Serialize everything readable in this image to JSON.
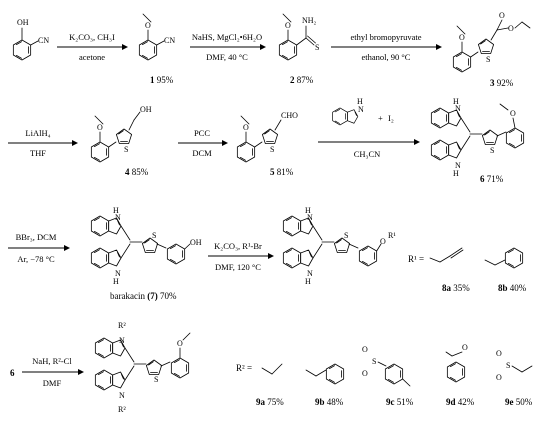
{
  "reactions": {
    "r1": {
      "above": "K₂CO₃, CH₃I",
      "below": "acetone"
    },
    "r2": {
      "above": "NaHS, MgCl₂•6H₂O",
      "below": "DMF, 40 °C"
    },
    "r3": {
      "above": "ethyl bromopyruvate",
      "below": "ethanol, 90 °C"
    },
    "r4": {
      "above": "LiAlH₄",
      "below": "THF"
    },
    "r5": {
      "above": "PCC",
      "below": "DCM"
    },
    "r6": {
      "above": "I₂",
      "below": "CH₃CN"
    },
    "r7": {
      "above": "BBr₃, DCM",
      "below": "Ar, −78 °C"
    },
    "r8": {
      "above": "K₂CO₃, R¹-Br",
      "below": "DMF, 120 °C"
    },
    "r9": {
      "above": "NaH, R²-Cl",
      "below": "DMF"
    }
  },
  "compounds": {
    "c1": {
      "num": "1",
      "yield": "95%"
    },
    "c2": {
      "num": "2",
      "yield": "87%"
    },
    "c3": {
      "num": "3",
      "yield": "92%"
    },
    "c4": {
      "num": "4",
      "yield": "85%"
    },
    "c5": {
      "num": "5",
      "yield": "81%"
    },
    "c6": {
      "num": "6",
      "yield": "71%"
    },
    "c7": {
      "name": "barakacin",
      "num": "(7)",
      "yield": "70%"
    },
    "c8a": {
      "num": "8a",
      "yield": "35%"
    },
    "c8b": {
      "num": "8b",
      "yield": "40%"
    },
    "c9a": {
      "num": "9a",
      "yield": "75%"
    },
    "c9b": {
      "num": "9b",
      "yield": "48%"
    },
    "c9c": {
      "num": "9c",
      "yield": "51%"
    },
    "c9d": {
      "num": "9d",
      "yield": "42%"
    },
    "c9e": {
      "num": "9e",
      "yield": "50%"
    }
  },
  "atoms": {
    "o": "O",
    "s": "S",
    "n": "N",
    "h": "H",
    "oh": "OH",
    "cn": "CN",
    "nh2": "NH₂",
    "cho": "CHO",
    "plus": "+",
    "r1": "R¹",
    "r2": "R²",
    "r1eq": "R¹ =",
    "r2eq": "R² =",
    "six": "6"
  }
}
